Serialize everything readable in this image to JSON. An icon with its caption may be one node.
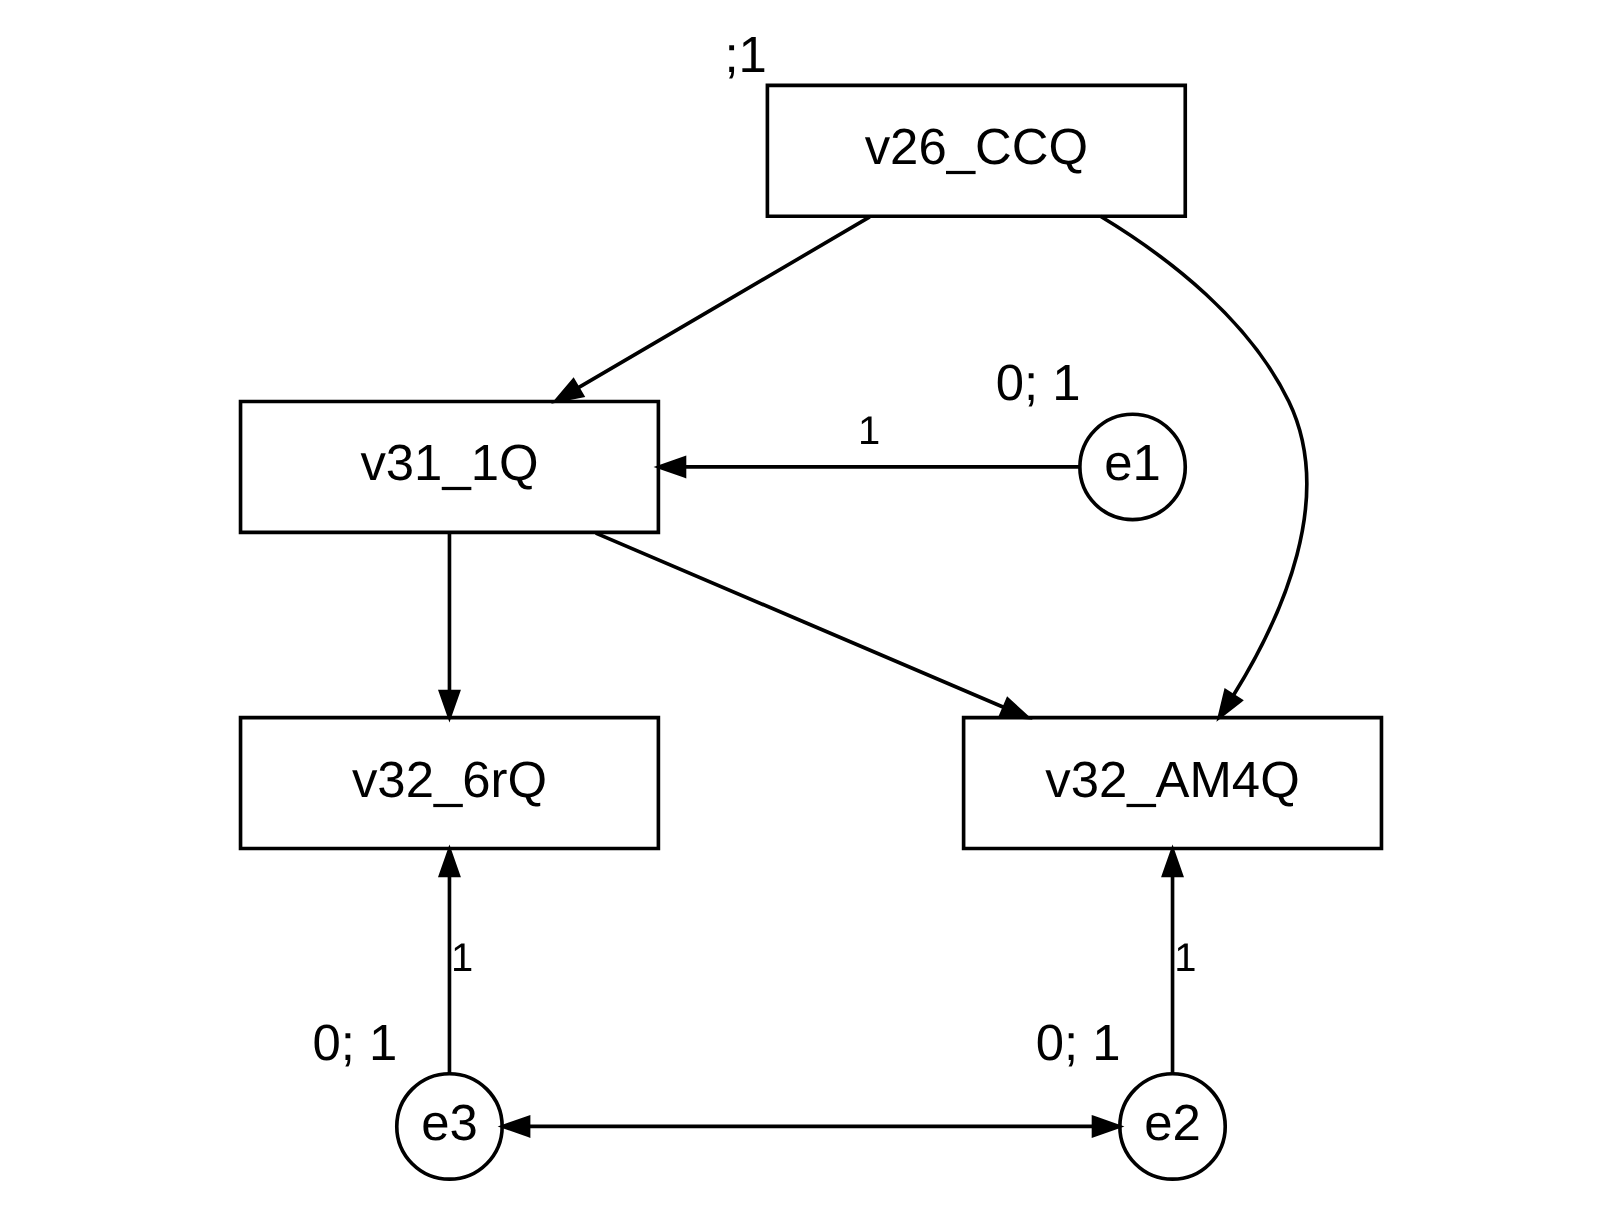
{
  "diagram": {
    "nodes": [
      {
        "text": [
          "v26_CCQ"
        ],
        "beside": [
          ";1"
        ]
      },
      {
        "text": [
          "v31_1Q"
        ]
      },
      {
        "text": [
          "e1"
        ],
        "beside": [
          "0; 1"
        ]
      },
      {
        "text": [
          "v32_AM4Q"
        ]
      },
      {
        "text": [
          "v32_6rQ"
        ]
      },
      {
        "text": [
          "e2"
        ],
        "beside": [
          "0; 1"
        ]
      },
      {
        "text": [
          "e3"
        ],
        "beside": [
          "0; 1"
        ]
      }
    ],
    "edges": [
      {
        "from": 0,
        "to": 1,
        "arrow": "to"
      },
      {
        "from": 0,
        "to": 3,
        "arrow": "to"
      },
      {
        "from": 2,
        "to": 1,
        "arrow": "to",
        "label": "1"
      },
      {
        "from": 1,
        "to": 3,
        "arrow": "to"
      },
      {
        "from": 1,
        "to": 4,
        "arrow": "to"
      },
      {
        "from": 5,
        "to": 3,
        "arrow": "to",
        "label": "1"
      },
      {
        "from": 6,
        "to": 4,
        "arrow": "to",
        "label": "1"
      },
      {
        "from": 5,
        "to": 6,
        "arrow": "both"
      }
    ]
  }
}
